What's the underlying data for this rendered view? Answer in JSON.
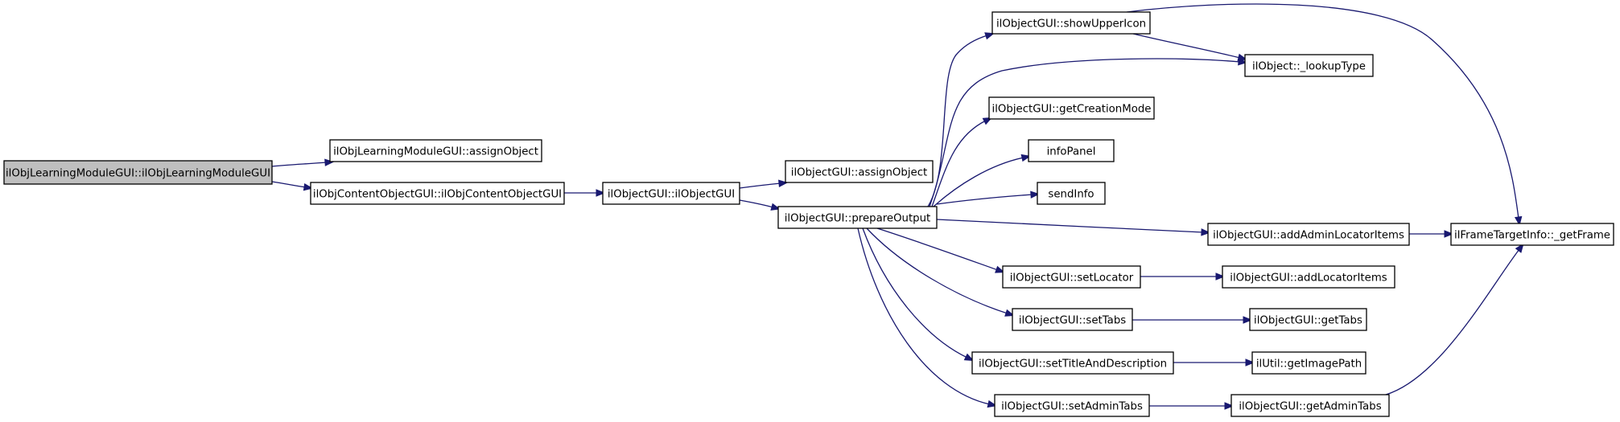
{
  "diagram": {
    "nodes": [
      {
        "id": "n0",
        "label": "ilObjLearningModuleGUI::ilObjLearningModuleGUI",
        "root": true
      },
      {
        "id": "n1",
        "label": "ilObjLearningModuleGUI::assignObject"
      },
      {
        "id": "n2",
        "label": "ilObjContentObjectGUI::ilObjContentObjectGUI"
      },
      {
        "id": "n3",
        "label": "ilObjectGUI::ilObjectGUI"
      },
      {
        "id": "n4",
        "label": "ilObjectGUI::assignObject"
      },
      {
        "id": "n5",
        "label": "ilObjectGUI::prepareOutput"
      },
      {
        "id": "n6",
        "label": "ilObjectGUI::showUpperIcon"
      },
      {
        "id": "n7",
        "label": "ilObject::_lookupType"
      },
      {
        "id": "n8",
        "label": "ilObjectGUI::getCreationMode"
      },
      {
        "id": "n9",
        "label": "infoPanel"
      },
      {
        "id": "n10",
        "label": "sendInfo"
      },
      {
        "id": "n11",
        "label": "ilObjectGUI::addAdminLocatorItems"
      },
      {
        "id": "n12",
        "label": "ilFrameTargetInfo::_getFrame"
      },
      {
        "id": "n13",
        "label": "ilObjectGUI::setLocator"
      },
      {
        "id": "n14",
        "label": "ilObjectGUI::addLocatorItems"
      },
      {
        "id": "n15",
        "label": "ilObjectGUI::setTabs"
      },
      {
        "id": "n16",
        "label": "ilObjectGUI::getTabs"
      },
      {
        "id": "n17",
        "label": "ilObjectGUI::setTitleAndDescription"
      },
      {
        "id": "n18",
        "label": "ilUtil::getImagePath"
      },
      {
        "id": "n19",
        "label": "ilObjectGUI::setAdminTabs"
      },
      {
        "id": "n20",
        "label": "ilObjectGUI::getAdminTabs"
      }
    ],
    "edges": [
      {
        "from": "n0",
        "to": "n1"
      },
      {
        "from": "n0",
        "to": "n2"
      },
      {
        "from": "n2",
        "to": "n3"
      },
      {
        "from": "n3",
        "to": "n4"
      },
      {
        "from": "n3",
        "to": "n5"
      },
      {
        "from": "n5",
        "to": "n6"
      },
      {
        "from": "n5",
        "to": "n7"
      },
      {
        "from": "n5",
        "to": "n8"
      },
      {
        "from": "n5",
        "to": "n9"
      },
      {
        "from": "n5",
        "to": "n10"
      },
      {
        "from": "n5",
        "to": "n11"
      },
      {
        "from": "n5",
        "to": "n13"
      },
      {
        "from": "n5",
        "to": "n15"
      },
      {
        "from": "n5",
        "to": "n17"
      },
      {
        "from": "n5",
        "to": "n19"
      },
      {
        "from": "n6",
        "to": "n7"
      },
      {
        "from": "n6",
        "to": "n12"
      },
      {
        "from": "n11",
        "to": "n12"
      },
      {
        "from": "n13",
        "to": "n14"
      },
      {
        "from": "n15",
        "to": "n16"
      },
      {
        "from": "n17",
        "to": "n18"
      },
      {
        "from": "n19",
        "to": "n20"
      },
      {
        "from": "n20",
        "to": "n12"
      }
    ],
    "colors": {
      "edge": "#191970",
      "node_border": "#000000",
      "node_fill": "#ffffff",
      "root_fill": "#bfbfbf",
      "text": "#000000",
      "background": "#ffffff"
    }
  }
}
